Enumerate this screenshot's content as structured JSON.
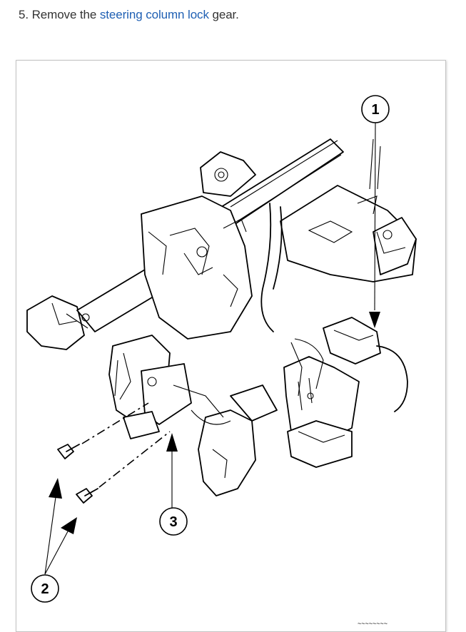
{
  "step": {
    "prefix": "5. Remove the ",
    "link_text": "steering column lock",
    "suffix": " gear."
  },
  "figure": {
    "callouts": [
      "1",
      "2",
      "3"
    ],
    "corner_text": "~~~~~~~~"
  },
  "colors": {
    "text": "#333333",
    "link": "#1e5fb3",
    "frame_border": "#c4c4c4"
  }
}
